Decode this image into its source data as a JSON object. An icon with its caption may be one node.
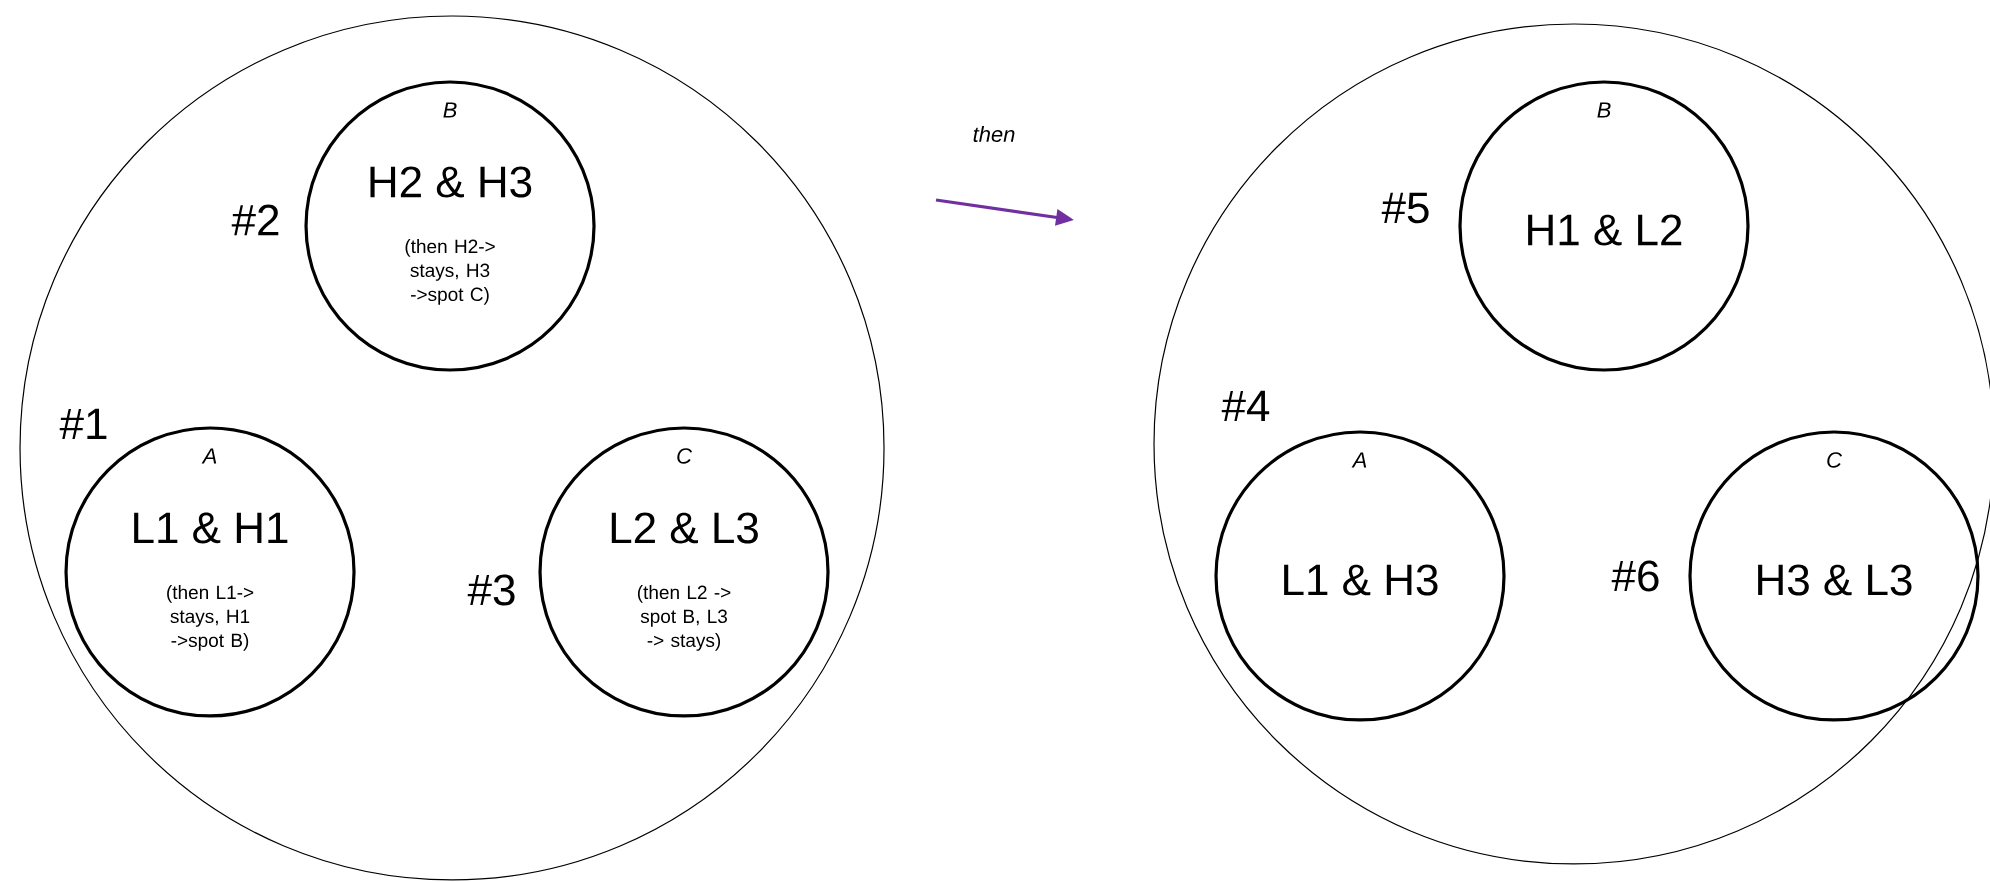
{
  "diagram": {
    "nodes": [
      {
        "text": [],
        "shape": "circle"
      },
      {
        "text": [
          "B",
          "H2 & H3",
          "(then H2-> stays, H3 ->spot C)"
        ],
        "beside": [
          "#2"
        ],
        "in": 0
      },
      {
        "text": [
          "A",
          "L1 & H1",
          "(then L1-> stays, H1 ->spot B)"
        ],
        "beside": [
          "#1"
        ],
        "in": 0
      },
      {
        "text": [
          "C",
          "L2 & L3",
          "(then L2 -> spot B, L3 -> stays)"
        ],
        "beside": [
          "#3"
        ],
        "in": 0
      },
      {
        "text": [],
        "shape": "circle"
      },
      {
        "text": [
          "B",
          "H1 & L2"
        ],
        "beside": [
          "#5"
        ],
        "in": 4
      },
      {
        "text": [
          "A",
          "L1 & H3"
        ],
        "beside": [
          "#4"
        ],
        "in": 4
      },
      {
        "text": [
          "C",
          "H3 & L3"
        ],
        "beside": [
          "#6"
        ],
        "in": 4
      }
    ],
    "labels": [
      "then"
    ]
  }
}
